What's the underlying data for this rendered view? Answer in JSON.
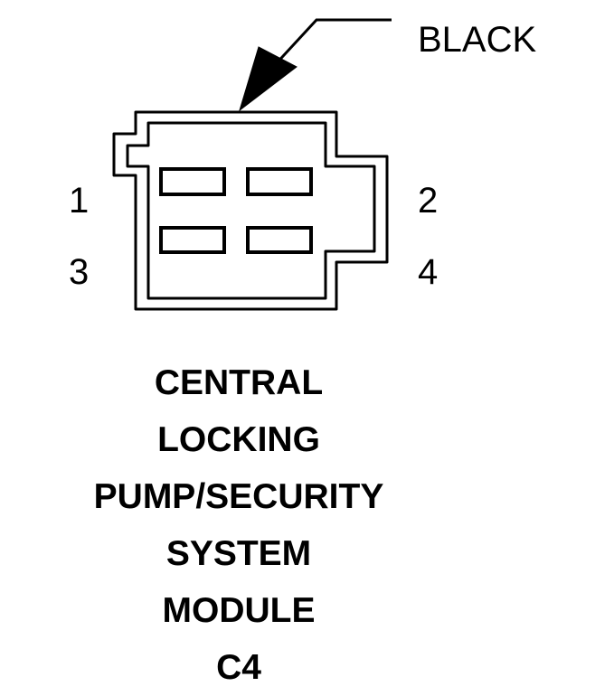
{
  "callout": {
    "color_label": "BLACK"
  },
  "pins": {
    "p1": "1",
    "p2": "2",
    "p3": "3",
    "p4": "4"
  },
  "title_lines": [
    "CENTRAL",
    "LOCKING",
    "PUMP/SECURITY",
    "SYSTEM",
    "MODULE",
    "C4"
  ],
  "colors": {
    "line": "#000000",
    "background": "#ffffff"
  }
}
